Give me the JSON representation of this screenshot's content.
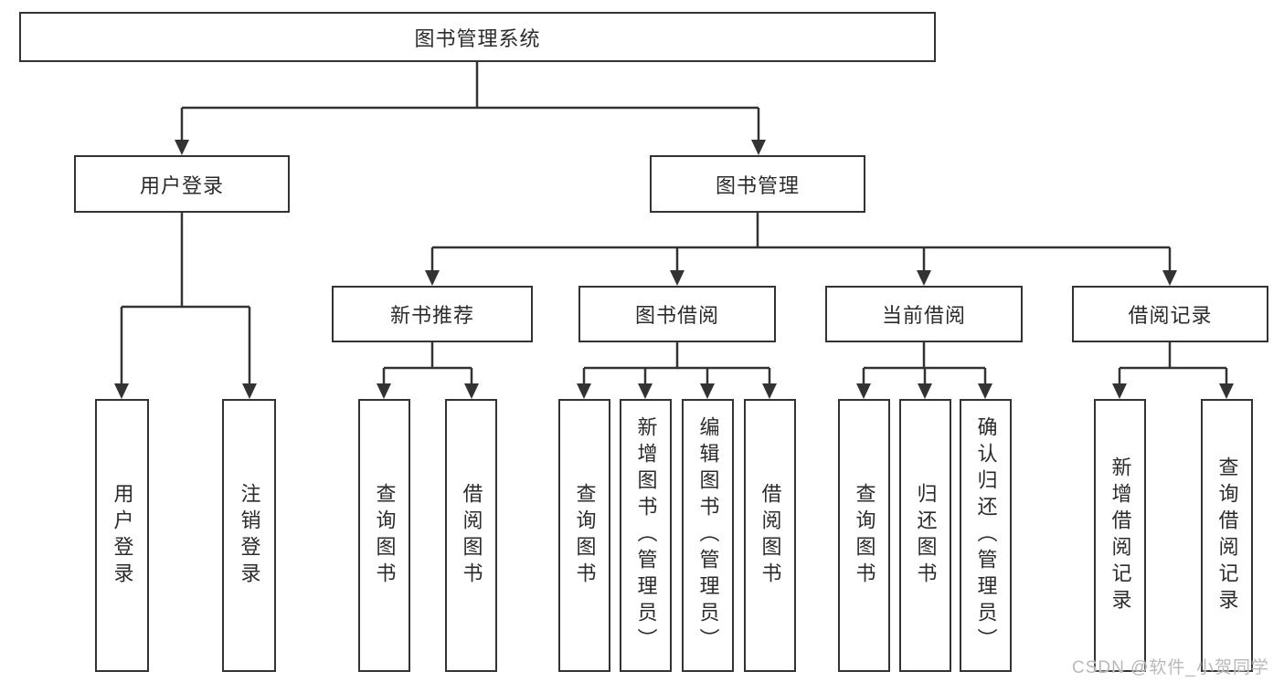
{
  "diagram": {
    "root": {
      "label": "图书管理系统"
    },
    "branches": [
      {
        "label": "用户登录",
        "children": [
          {
            "label": "用户登录"
          },
          {
            "label": "注销登录"
          }
        ]
      },
      {
        "label": "图书管理",
        "children": [
          {
            "label": "新书推荐",
            "children": [
              {
                "label": "查询图书"
              },
              {
                "label": "借阅图书"
              }
            ]
          },
          {
            "label": "图书借阅",
            "children": [
              {
                "label": "查询图书"
              },
              {
                "label": "新增图书（管理员）"
              },
              {
                "label": "编辑图书（管理员）"
              },
              {
                "label": "借阅图书"
              }
            ]
          },
          {
            "label": "当前借阅",
            "children": [
              {
                "label": "查询图书"
              },
              {
                "label": "归还图书"
              },
              {
                "label": "确认归还（管理员）"
              }
            ]
          },
          {
            "label": "借阅记录",
            "children": [
              {
                "label": "新增借阅记录"
              },
              {
                "label": "查询借阅记录"
              }
            ]
          }
        ]
      }
    ]
  },
  "watermark": {
    "text": "CSDN @软件_小贺同学"
  },
  "colors": {
    "line": "#333333",
    "box_border": "#333333",
    "box_background": "#ffffff",
    "text": "#2b2b2b",
    "watermark": "#b9b9b9"
  }
}
